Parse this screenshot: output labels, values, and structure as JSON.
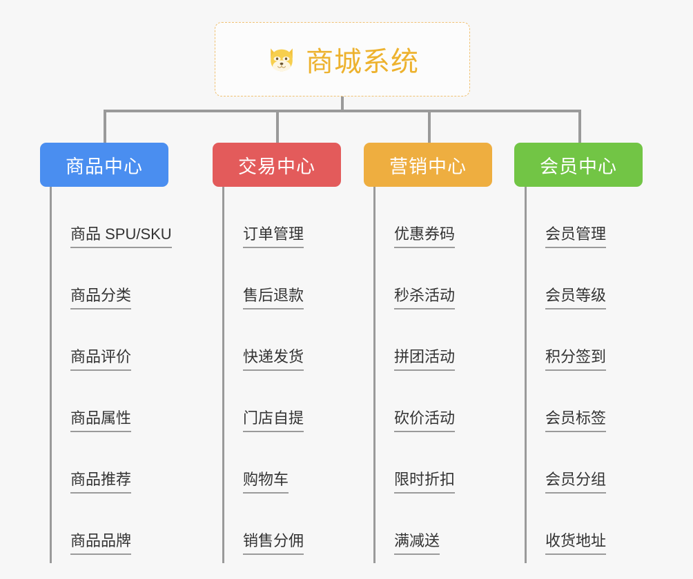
{
  "diagram": {
    "title": "商城系统",
    "root": {
      "label": "商城系统",
      "icon": "shiba-dog-emoji",
      "text_color": "#edb22e",
      "border_color": "#f0c070",
      "background": "#fcfcfc"
    },
    "background_color": "#f7f7f7",
    "line_color": "#9a9a9a",
    "branches": [
      {
        "label": "商品中心",
        "color": "#4a8ef0",
        "items": [
          "商品 SPU/SKU",
          "商品分类",
          "商品评价",
          "商品属性",
          "商品推荐",
          "商品品牌"
        ]
      },
      {
        "label": "交易中心",
        "color": "#e35b5b",
        "items": [
          "订单管理",
          "售后退款",
          "快递发货",
          "门店自提",
          "购物车",
          "销售分佣"
        ]
      },
      {
        "label": "营销中心",
        "color": "#eeae40",
        "items": [
          "优惠券码",
          "秒杀活动",
          "拼团活动",
          "砍价活动",
          "限时折扣",
          "满减送"
        ]
      },
      {
        "label": "会员中心",
        "color": "#72c545",
        "items": [
          "会员管理",
          "会员等级",
          "积分签到",
          "会员标签",
          "会员分组",
          "收货地址"
        ]
      }
    ]
  }
}
